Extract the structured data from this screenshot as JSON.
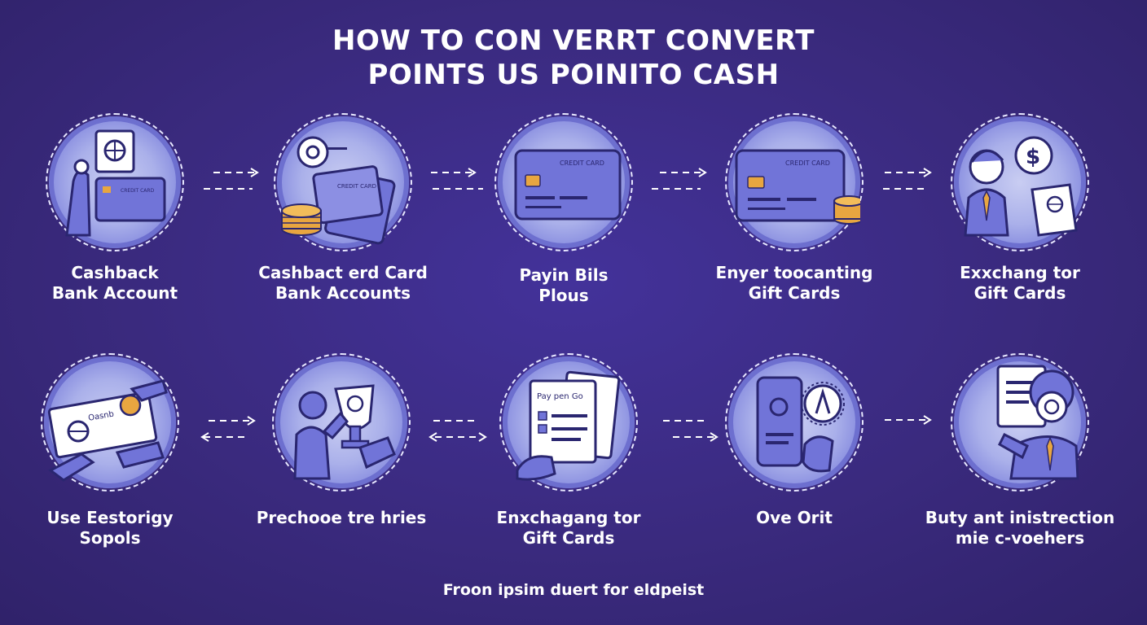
{
  "title": {
    "line1": "HOW TO CON VERRT CONVERT",
    "line2": "POINTS US POINITO CASH"
  },
  "steps": [
    {
      "line1": "Cashback",
      "line2": "Bank Account",
      "icon": "passport-card-icon",
      "card_text": "CREDIT CARD"
    },
    {
      "line1": "Cashbact erd Card",
      "line2": "Bank Accounts",
      "icon": "coins-card-icon",
      "card_text": "CREDIT CARD"
    },
    {
      "line1": "Payin Bils",
      "line2": "Plous",
      "icon": "credit-card-icon",
      "card_text": "CREDIT CARD"
    },
    {
      "line1": "Enyer toocanting",
      "line2": "Gift Cards",
      "icon": "credit-card-coins-icon",
      "card_text": "CREDIT CARD"
    },
    {
      "line1": "Exxchang tor",
      "line2": "Gift Cards",
      "icon": "businessman-dollar-icon"
    },
    {
      "line1": "Use Eestorigy",
      "line2": "Sopols",
      "icon": "check-handshake-icon",
      "card_text": "Oasnb"
    },
    {
      "line1": "Prechooe tre hries",
      "line2": "",
      "icon": "person-trophy-icon"
    },
    {
      "line1": "Enxchagang tor",
      "line2": "Gift Cards",
      "icon": "document-checklist-icon",
      "card_text": "Pay pen Go"
    },
    {
      "line1": "Ove Orit",
      "line2": "",
      "icon": "phone-badge-icon"
    },
    {
      "line1": "Buty ant inistrection",
      "line2": "mie c-voehers",
      "icon": "businessman-voucher-icon"
    }
  ],
  "footer": "Froon ipsim duert for eldpeist",
  "colors": {
    "background": "#3a2a7c",
    "circle": "#aab0ea",
    "ink": "#2a2670",
    "card": "#7174d8",
    "coin": "#e8a640"
  }
}
